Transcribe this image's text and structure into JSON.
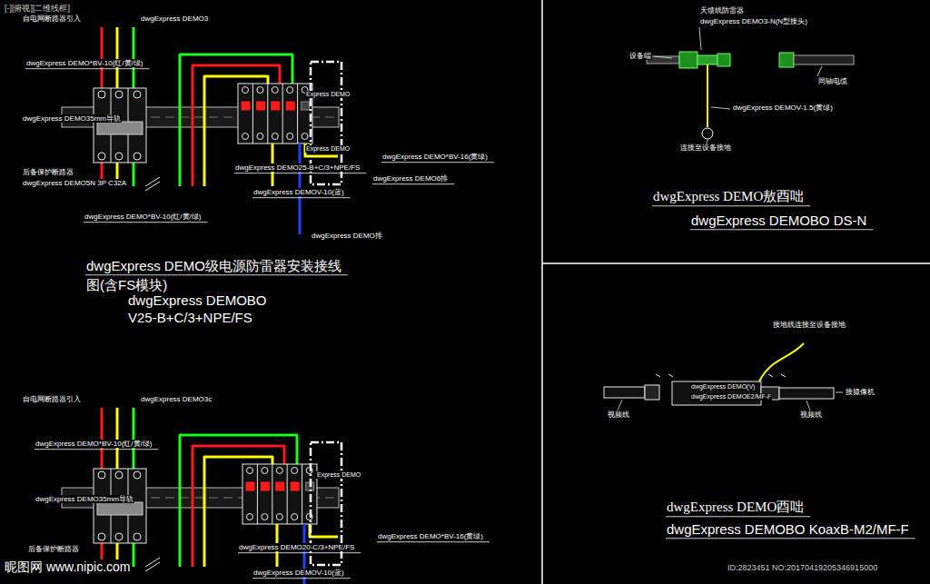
{
  "diagram": {
    "labels": [
      "[-][俯视][二维线框]",
      "自电网断路器引入",
      "dwgExpress DEMO3",
      "dwgExpress DEMO*BV-10(红/黄/绿)",
      "dwgExpress DEMO35mm导轨",
      "后备保护断路器",
      "dwgExpress DEMO5N 3P C32A",
      "dwgExpress DEMO*BV-10(红/黄/绿)",
      "Express DEMO",
      "Express DEMO",
      "dwgExpress DEMO25-B+C/3+NPE/FS",
      "dwgExpress DEMO*BV-16(黄绿)",
      "dwgExpress DEMO6排",
      "dwgExpress DEMOV-10(蓝)",
      "dwgExpress DEMO排",
      "dwgExpress DEMO级电源防雷器安装接线",
      "图(含FS模块)",
      "dwgExpress DEMOBO",
      "V25-B+C/3+NPE/FS",
      "天馈线防雷器",
      "dwgExpress DEMO3-N(N型接头)",
      "设备端",
      "同轴电缆",
      "dwgExpress DEMOV-1.5(黄绿)",
      "连接至设备接地",
      "dwgExpress DEMO敖酉咄",
      "dwgExpress DEMOBO DS-N",
      "接地线连接至设备接地",
      "视频线",
      "接摄像机",
      "视频线",
      "dwgExpress DEMO(V)",
      "dwgExpress DEMOE2/MF-F",
      "dwgExpress DEMO酉咄",
      "dwgExpress DEMOBO KoaxB-M2/MF-F",
      "自电网断路器引入",
      "dwgExpress DEMO3c",
      "dwgExpress DEMO*BV-10(红/黄/绿)",
      "dwgExpress DEMO35mm导轨",
      "后备保护断路器",
      "dwgExpress DEMO20-C/3+NPE/FS",
      "dwgExpress DEMO*BV-16(黄绿)",
      "dwgExpress DEMOV-10(蓝)",
      "Express DEMO",
      "昵图网 www.nipic.com",
      "ID:2823451 NO:20170419205346915000"
    ]
  }
}
